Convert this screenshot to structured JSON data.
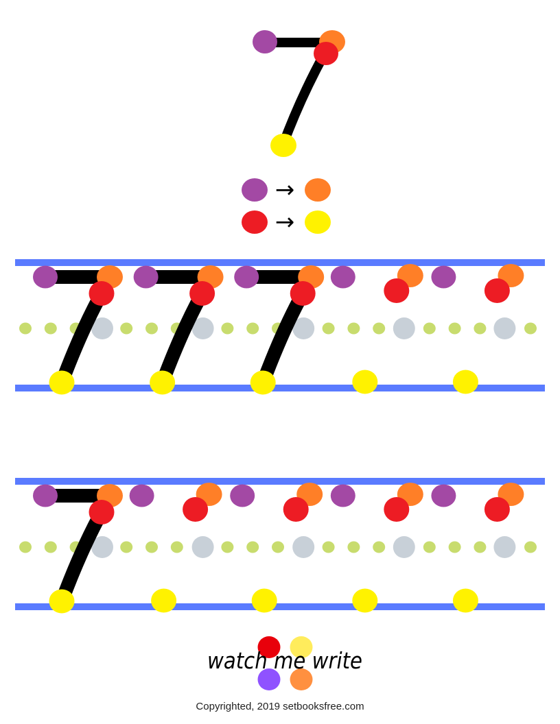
{
  "worksheet": {
    "digit": "7",
    "stroke_order": [
      {
        "from": "purple-dot",
        "to": "orange-dot",
        "arrow": "→"
      },
      {
        "from": "red-dot",
        "to": "yellow-dot",
        "arrow": "→"
      }
    ],
    "practice_rows": [
      {
        "traced_count": 3,
        "dot_only_count": 2
      },
      {
        "traced_count": 1,
        "dot_only_count": 4
      }
    ]
  },
  "colors": {
    "purple": "#a349a4",
    "orange": "#ff7f27",
    "red": "#ed1c24",
    "yellow": "#fff200",
    "guide_line": "#5a7bff",
    "midline": "#c8dc6e",
    "midline_gap": "#c8d0d8",
    "stroke": "#000000"
  },
  "logo": {
    "text": "watch me write",
    "dot_colors": [
      "#e8000b",
      "#ffec5c",
      "#8f52ff",
      "#ff9040"
    ]
  },
  "footer": {
    "copyright": "Copyrighted, 2019 setbooksfree.com"
  }
}
